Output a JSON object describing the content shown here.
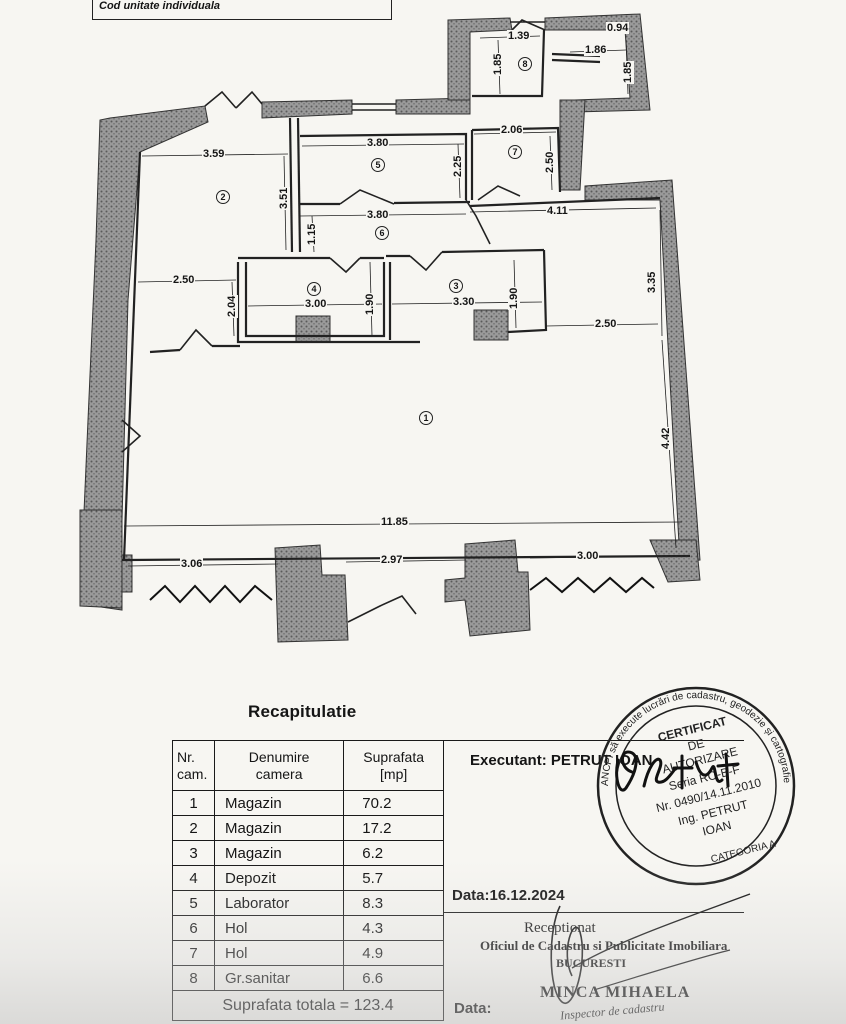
{
  "header": {
    "cut_text": "Cod unitate individuala"
  },
  "plan": {
    "dimensions": {
      "d_1_39": "1.39",
      "d_0_94": "0.94",
      "d_1_86": "1.86",
      "d_1_85a": "1.85",
      "d_1_85b": "1.85",
      "d_3_80a": "3.80",
      "d_2_06": "2.06",
      "d_3_59": "3.59",
      "d_3_51": "3.51",
      "d_2_25": "2.25",
      "d_2_50a": "2.50",
      "d_3_80b": "3.80",
      "d_4_11": "4.11",
      "d_1_15": "1.15",
      "d_3_35": "3.35",
      "d_2_50b": "2.50",
      "d_2_04": "2.04",
      "d_3_00a": "3.00",
      "d_1_90a": "1.90",
      "d_3_30": "3.30",
      "d_1_90b": "1.90",
      "d_2_50c": "2.50",
      "d_4_42": "4.42",
      "d_11_85": "11.85",
      "d_3_06": "3.06",
      "d_2_97": "2.97",
      "d_3_00b": "3.00"
    },
    "rooms": {
      "r1": "1",
      "r2": "2",
      "r3": "3",
      "r4": "4",
      "r5": "5",
      "r6": "6",
      "r7": "7",
      "r8": "8"
    }
  },
  "recap": {
    "title": "Recapitulatie",
    "headers": {
      "nr": "Nr.\ncam.",
      "name": "Denumire\ncamera",
      "area": "Suprafata\n[mp]"
    },
    "rows": [
      {
        "nr": "1",
        "name": "Magazin",
        "area": "70.2"
      },
      {
        "nr": "2",
        "name": "Magazin",
        "area": "17.2"
      },
      {
        "nr": "3",
        "name": "Magazin",
        "area": "6.2"
      },
      {
        "nr": "4",
        "name": "Depozit",
        "area": "5.7"
      },
      {
        "nr": "5",
        "name": "Laborator",
        "area": "8.3"
      },
      {
        "nr": "6",
        "name": "Hol",
        "area": "4.3"
      },
      {
        "nr": "7",
        "name": "Hol",
        "area": "4.9"
      },
      {
        "nr": "8",
        "name": "Gr.sanitar",
        "area": "6.6"
      }
    ],
    "total": "Suprafata totala = 123.4"
  },
  "right": {
    "executant": "Executant: PETRUT IOAN",
    "data1": "Data:16.12.2024",
    "receptionat": "Receptionat",
    "office": "Oficiul de Cadastru si Publicitate Imobiliara",
    "city": "BUCURESTI",
    "inspector_name": "MINCA MIHAELA",
    "inspector_title": "Inspector de cadastru",
    "data2": "Data:"
  },
  "stamp": {
    "outer_text": "ANCPI să execute lucrări de cadastru, geodezie și cartografie",
    "line1": "CERTIFICAT",
    "line2": "DE",
    "line3": "AUTORIZARE",
    "line4": "Seria RO-B-F",
    "line5": "Nr. 0490/14.11.2010",
    "line6": "Ing. PETRUT",
    "line7": "IOAN",
    "bottom": "CATEGORIA A"
  },
  "colors": {
    "wall_hatch": "#8a8a8a",
    "ink": "#151515",
    "paper": "#f7f6f2"
  }
}
